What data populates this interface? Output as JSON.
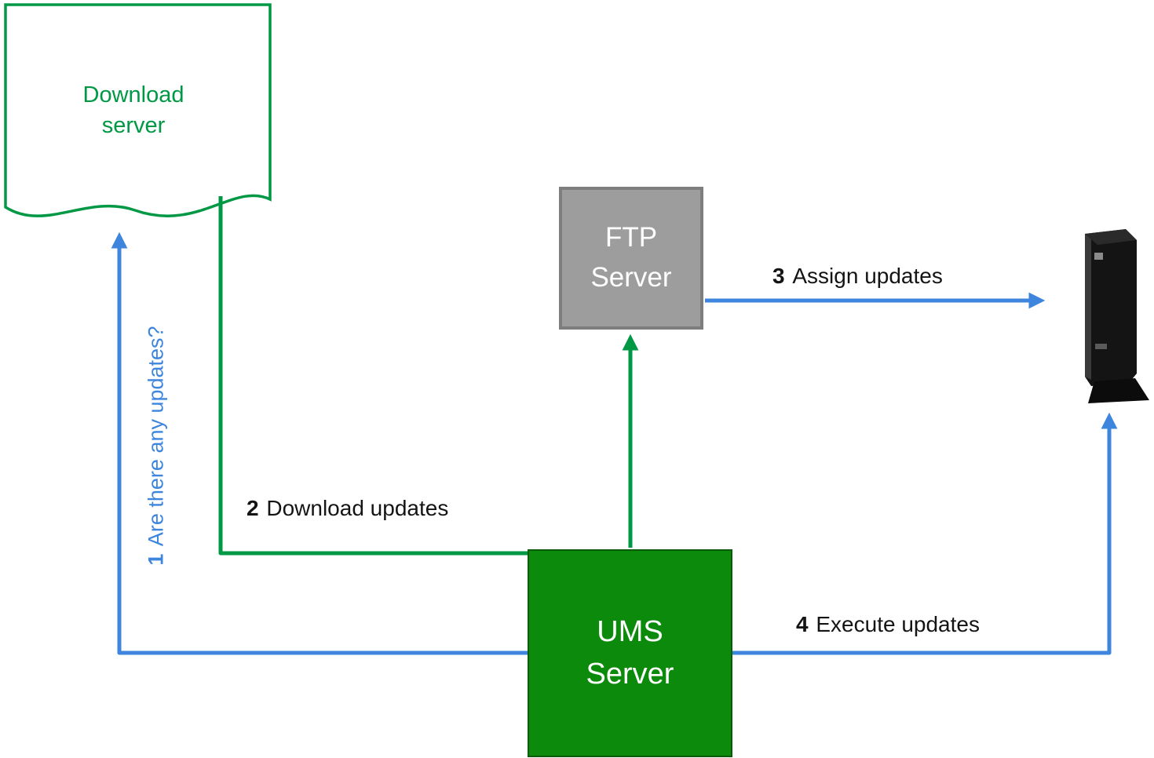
{
  "diagram": {
    "nodes": {
      "download_server": {
        "line1": "Download",
        "line2": "server"
      },
      "ftp_server": {
        "line1": "FTP",
        "line2": "Server"
      },
      "ums_server": {
        "line1": "UMS",
        "line2": "Server"
      },
      "endpoint_device": {
        "icon": "thin-client-tower-icon"
      }
    },
    "steps": [
      {
        "num": "1",
        "text": "Are there any updates?"
      },
      {
        "num": "2",
        "text": "Download updates"
      },
      {
        "num": "3",
        "text": "Assign updates"
      },
      {
        "num": "4",
        "text": "Execute updates"
      }
    ],
    "colors": {
      "green": "#009845",
      "ums_green": "#0b8a0b",
      "blue": "#3d85dd",
      "ftp_gray": "#9d9d9d",
      "ftp_border": "#7e7e7e",
      "label_black": "#141414"
    }
  }
}
